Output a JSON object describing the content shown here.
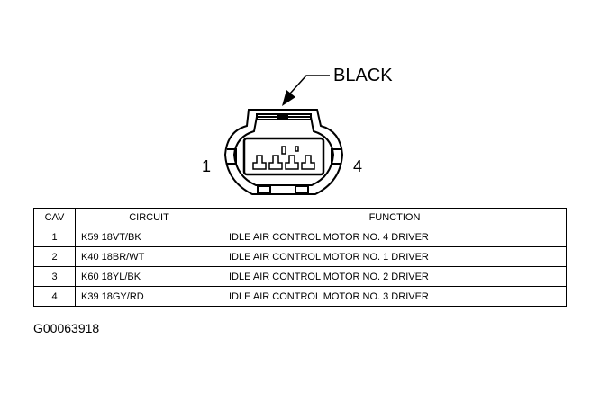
{
  "connector": {
    "color_label": "BLACK",
    "pin_left_label": "1",
    "pin_right_label": "4"
  },
  "table": {
    "headers": {
      "cav": "CAV",
      "circuit": "CIRCUIT",
      "function": "FUNCTION"
    },
    "rows": [
      {
        "cav": "1",
        "circuit": "K59 18VT/BK",
        "function": "IDLE AIR CONTROL MOTOR NO. 4 DRIVER"
      },
      {
        "cav": "2",
        "circuit": "K40 18BR/WT",
        "function": "IDLE AIR CONTROL MOTOR NO. 1 DRIVER"
      },
      {
        "cav": "3",
        "circuit": "K60 18YL/BK",
        "function": "IDLE AIR CONTROL MOTOR NO. 2 DRIVER"
      },
      {
        "cav": "4",
        "circuit": "K39 18GY/RD",
        "function": "IDLE AIR CONTROL MOTOR NO. 3 DRIVER"
      }
    ]
  },
  "figure_id": "G00063918"
}
